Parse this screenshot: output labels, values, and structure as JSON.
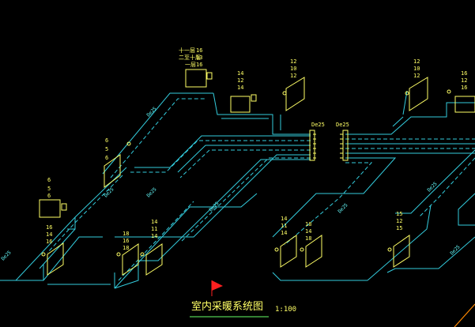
{
  "drawing": {
    "title": "室内采暖系统图",
    "scale": "1:100"
  },
  "colors": {
    "background": "#000000",
    "pipe": "#33ccdd",
    "radiator": "#ffff66",
    "text": "#ffff66",
    "flag": "#ff2020",
    "underline": "#66ff66"
  },
  "radiator_groups": [
    {
      "id": "r1",
      "labels": [
        "16",
        "13",
        "16"
      ],
      "prefix": [
        "十一层",
        "二至十层",
        "一层"
      ]
    },
    {
      "id": "r2",
      "labels": [
        "14",
        "12",
        "14"
      ],
      "prefix": []
    },
    {
      "id": "r3",
      "labels": [
        "12",
        "10",
        "12"
      ],
      "prefix": []
    },
    {
      "id": "r4",
      "labels": [
        "12",
        "10",
        "12"
      ],
      "prefix": []
    },
    {
      "id": "r5",
      "labels": [
        "16",
        "12",
        "16"
      ],
      "prefix": []
    },
    {
      "id": "r6",
      "labels": [
        "6",
        "5",
        "6"
      ],
      "prefix": []
    },
    {
      "id": "r7",
      "labels": [
        "6",
        "5",
        "6"
      ],
      "prefix": []
    },
    {
      "id": "r8",
      "labels": [
        "16",
        "14",
        "16"
      ],
      "prefix": []
    },
    {
      "id": "r9",
      "labels": [
        "18",
        "16",
        "18"
      ],
      "prefix": []
    },
    {
      "id": "r10",
      "labels": [
        "14",
        "11",
        "14"
      ],
      "prefix": []
    },
    {
      "id": "r11",
      "labels": [
        "14",
        "11",
        "14"
      ],
      "prefix": []
    },
    {
      "id": "r12",
      "labels": [
        "18",
        "14",
        "18"
      ],
      "prefix": []
    },
    {
      "id": "r13",
      "labels": [
        "15",
        "12",
        "15"
      ],
      "prefix": []
    }
  ],
  "pipe_labels": [
    "De25",
    "De25",
    "De25",
    "De25",
    "De25",
    "De25",
    "De25",
    "De25",
    "De25",
    "De25"
  ]
}
